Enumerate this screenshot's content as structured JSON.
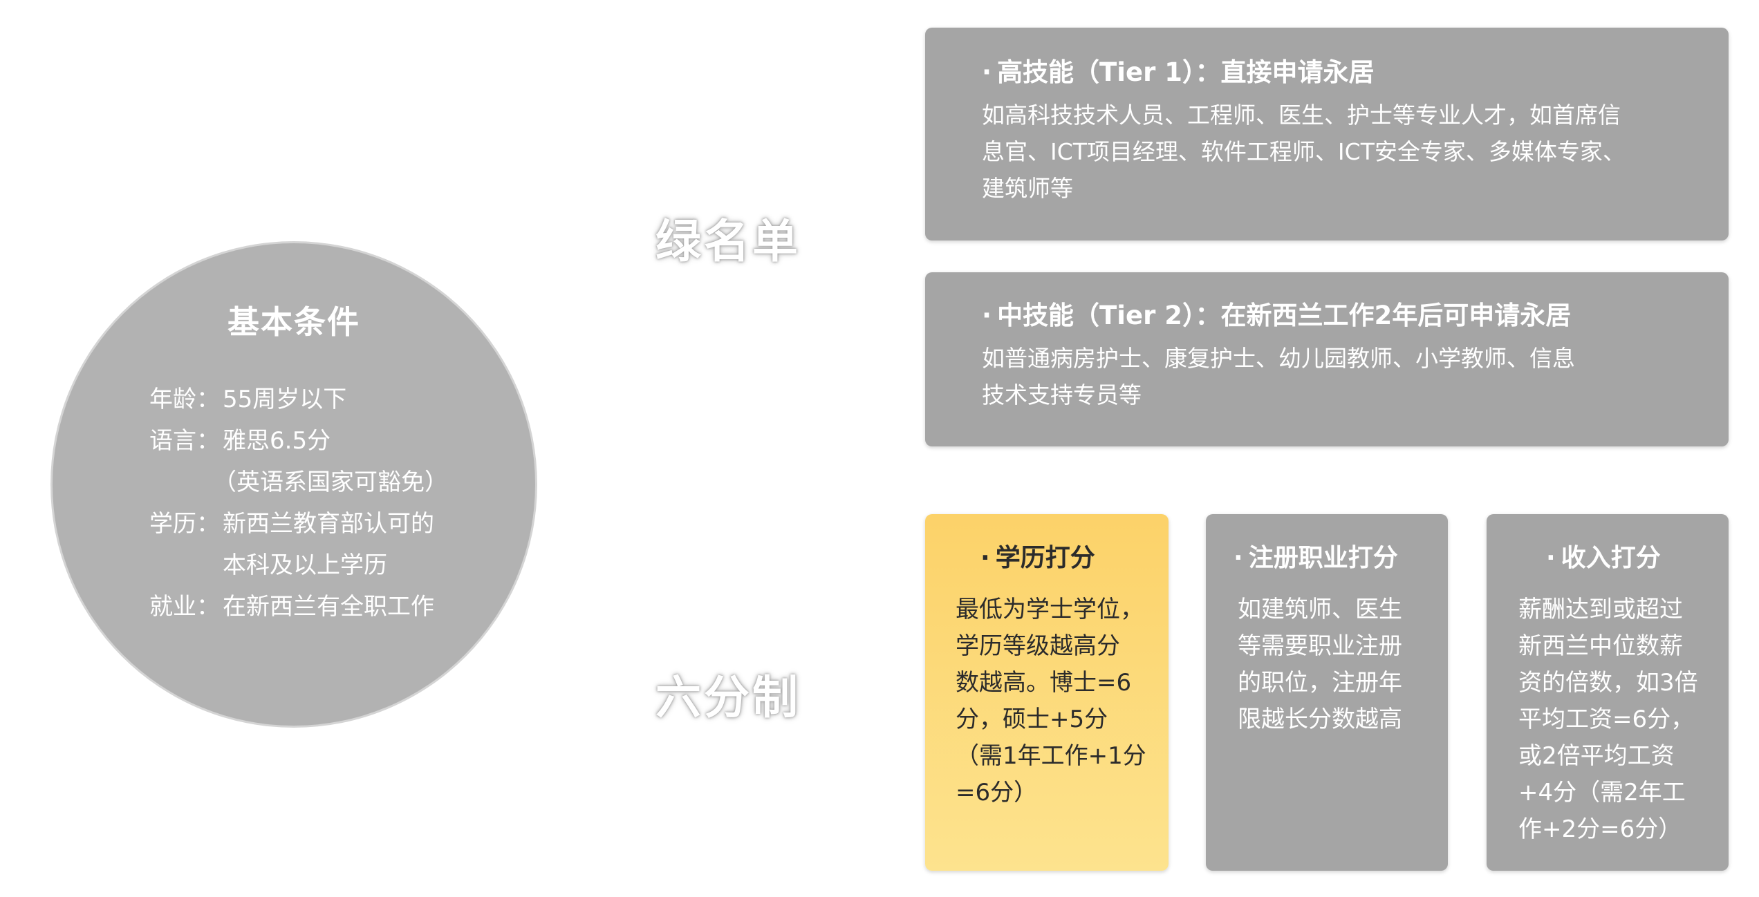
{
  "basic": {
    "title": "基本条件",
    "rows": [
      {
        "label": "年龄：",
        "text": "55周岁以下"
      },
      {
        "label": "语言：",
        "text": "雅思6.5分"
      },
      {
        "label": "",
        "text": "（英语系国家可豁免）"
      },
      {
        "label": "学历：",
        "text": "新西兰教育部认可的"
      },
      {
        "label": "",
        "text": "本科及以上学历"
      },
      {
        "label": "就业：",
        "text": "在新西兰有全职工作"
      }
    ]
  },
  "labels": {
    "green_list": "绿名单",
    "six_points": "六分制"
  },
  "green_cards": [
    {
      "title": "高技能（Tier 1）：直接申请永居",
      "lines": [
        "如高科技技术人员、工程师、医生、护士等专业人才，如首席信",
        "息官、ICT项目经理、软件工程师、ICT安全专家、多媒体专家、",
        "建筑师等"
      ]
    },
    {
      "title": "中技能（Tier 2）：在新西兰工作2年后可申请永居",
      "lines": [
        "如普通病房护士、康复护士、幼儿园教师、小学教师、信息",
        "技术支持专员等"
      ]
    }
  ],
  "point_cards": [
    {
      "title": "学历打分",
      "lines": [
        "最低为学士学位，",
        "学历等级越高分",
        "数越高。博士=6",
        "分，硕士+5分",
        "（需1年工作+1分",
        "=6分）"
      ]
    },
    {
      "title": "注册职业打分",
      "lines": [
        "如建筑师、医生",
        "等需要职业注册",
        "的职位，注册年",
        "限越长分数越高"
      ]
    },
    {
      "title": "收入打分",
      "lines": [
        "薪酬达到或超过",
        "新西兰中位数薪",
        "资的倍数，如3倍",
        "平均工资=6分，",
        "或2倍平均工资",
        "+4分（需2年工",
        "作+2分=6分）"
      ]
    }
  ],
  "bullet": "·",
  "colors": {
    "circle": "#b2b2b2",
    "card": "#a5a5a5",
    "highlight": "#fcd269"
  }
}
